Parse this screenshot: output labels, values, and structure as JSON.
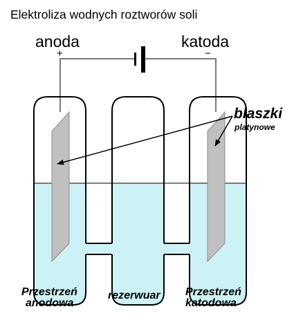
{
  "title": "Elektroliza wodnych roztworów soli",
  "electrodes": {
    "anode_label": "anoda",
    "anode_sign": "+",
    "cathode_label": "katoda",
    "cathode_sign": "−"
  },
  "callout": {
    "main": "blaszki",
    "sub": "platynowe"
  },
  "compartments": {
    "left_line1": "Przestrzeń",
    "left_line2": "anodowa",
    "middle": "rezerwuar",
    "right_line1": "Przestrzeń",
    "right_line2": "katodowa"
  },
  "colors": {
    "solution": "#ccf2f5",
    "electrode": "#c0c0c0",
    "wire": "#7a7a7a",
    "outline": "#000000"
  }
}
